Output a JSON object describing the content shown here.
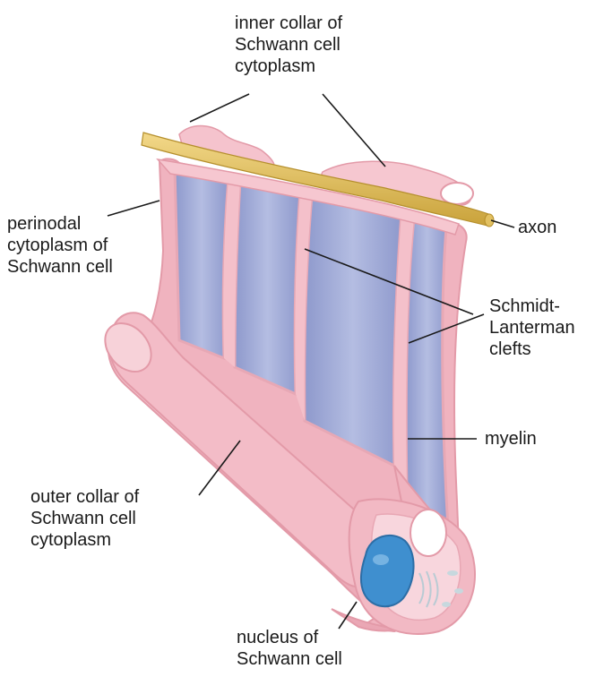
{
  "labels": {
    "inner_collar": "inner collar of\nSchwann cell\ncytoplasm",
    "perinodal": "perinodal\ncytoplasm of\nSchwann cell",
    "axon": "axon",
    "schmidt_lanterman": "Schmidt-\nLanterman\nclefts",
    "myelin": "myelin",
    "outer_collar": "outer collar of\nSchwann cell\ncytoplasm",
    "nucleus": "nucleus of\nSchwann cell"
  },
  "colors": {
    "cytoplasm_pink": "#f2b9c4",
    "cytoplasm_light": "#f8d3da",
    "cytoplasm_edge": "#e39aa8",
    "myelin_blue": "#9ea9d6",
    "myelin_light": "#b9c1e3",
    "axon_yellow": "#e8c55a",
    "nucleus_blue": "#3f8fcf"
  }
}
